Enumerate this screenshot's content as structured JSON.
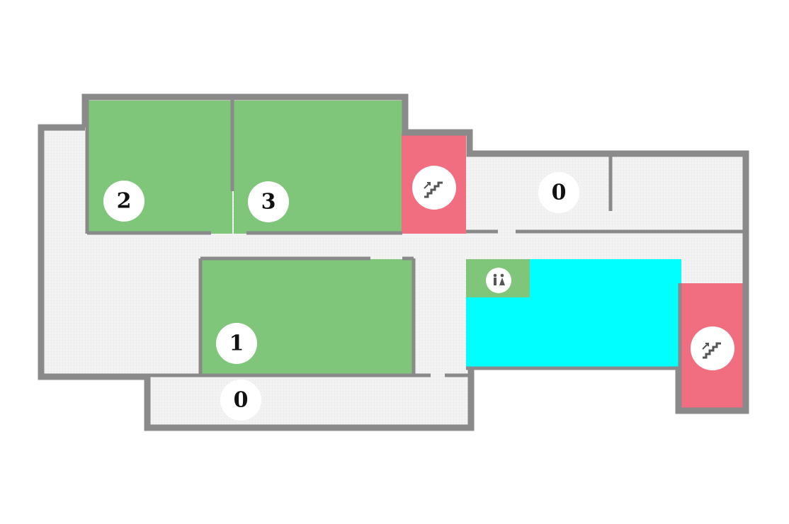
{
  "colors": {
    "floor": "#f1f1f1",
    "wall": "#8a8a8a",
    "room_available": "#7fc67a",
    "stairs": "#f06e80",
    "restroom_block": "#00ffff",
    "marker_bg": "#ffffff",
    "marker_text": "#111111",
    "icon": "#555555"
  },
  "rooms": {
    "room_2": {
      "label": "2",
      "status": "available"
    },
    "room_3": {
      "label": "3",
      "status": "available"
    },
    "room_1": {
      "label": "1",
      "status": "available"
    },
    "corridor_top": {
      "label": "0"
    },
    "corridor_bottom": {
      "label": "0"
    }
  },
  "icons": {
    "stairs_top": "stairs-icon",
    "stairs_right": "stairs-icon",
    "restroom": "restroom-icon"
  }
}
